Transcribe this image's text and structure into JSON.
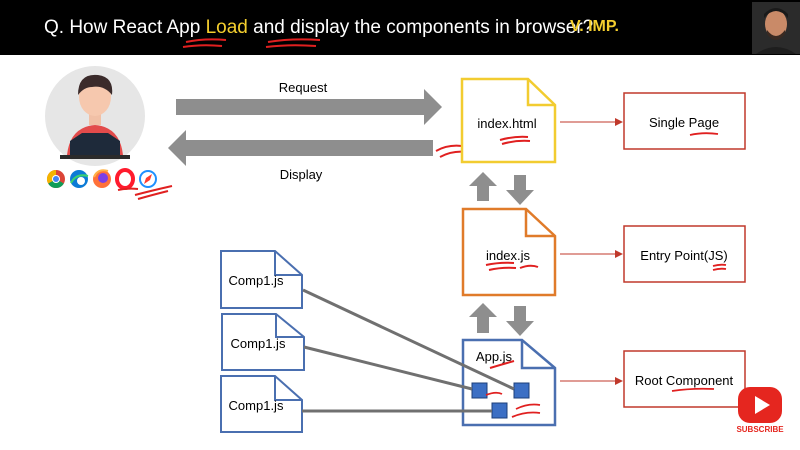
{
  "header": {
    "question_prefix": "Q. How React App ",
    "question_word_load": "Load",
    "question_and": " and ",
    "question_word_display": "display",
    "question_suffix": " the components in browser?",
    "importance": "V. IMP."
  },
  "flow": {
    "request_label": "Request",
    "display_label": "Display"
  },
  "files": {
    "index_html": "index.html",
    "index_js": "index.js",
    "app_js": "App.js",
    "components": [
      "Comp1.js",
      "Comp1.js",
      "Comp1.js"
    ]
  },
  "descriptions": {
    "single_page": "Single Page",
    "entry_point": "Entry Point(JS)",
    "root_component": "Root Component"
  },
  "browsers": [
    "chrome-icon",
    "edge-icon",
    "firefox-icon",
    "opera-icon",
    "safari-icon"
  ],
  "subscribe": {
    "label": "SUBSCRIBE"
  },
  "colors": {
    "header_bg": "#000000",
    "highlight": "#f5cf2e",
    "index_html_border": "#f2cc30",
    "index_js_border": "#e07b2a",
    "app_js_border": "#4a6fb0",
    "description_border": "#c0392b",
    "annotation": "#e02020",
    "arrow": "#888888"
  }
}
